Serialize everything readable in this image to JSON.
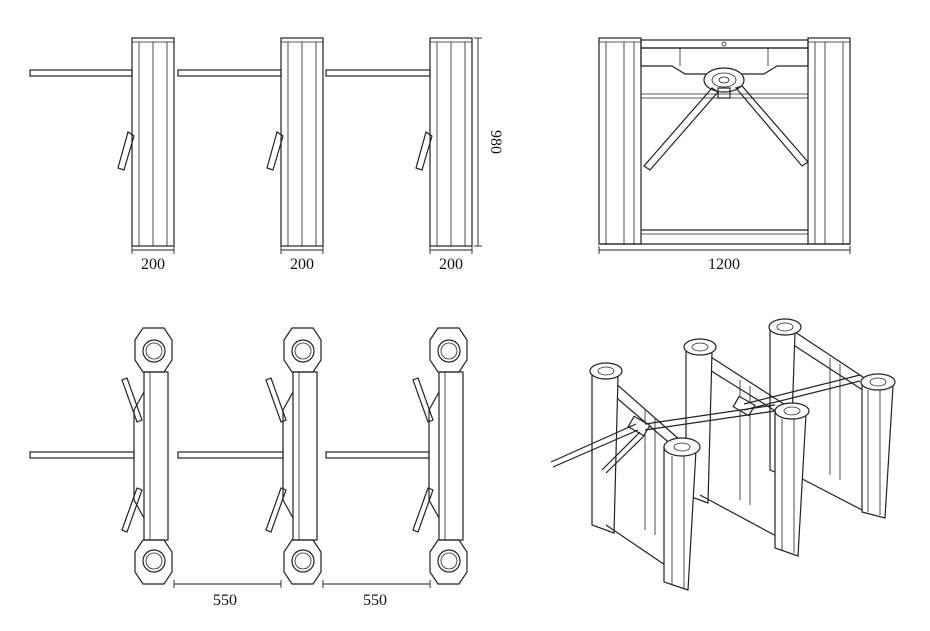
{
  "dimensions": {
    "post_width": "200",
    "height": "980",
    "total_width": "1200",
    "gap": "550"
  },
  "views": [
    "side-elevation",
    "front-elevation",
    "top-plan",
    "isometric"
  ],
  "colors": {
    "line": "#222222",
    "background": "#ffffff"
  }
}
